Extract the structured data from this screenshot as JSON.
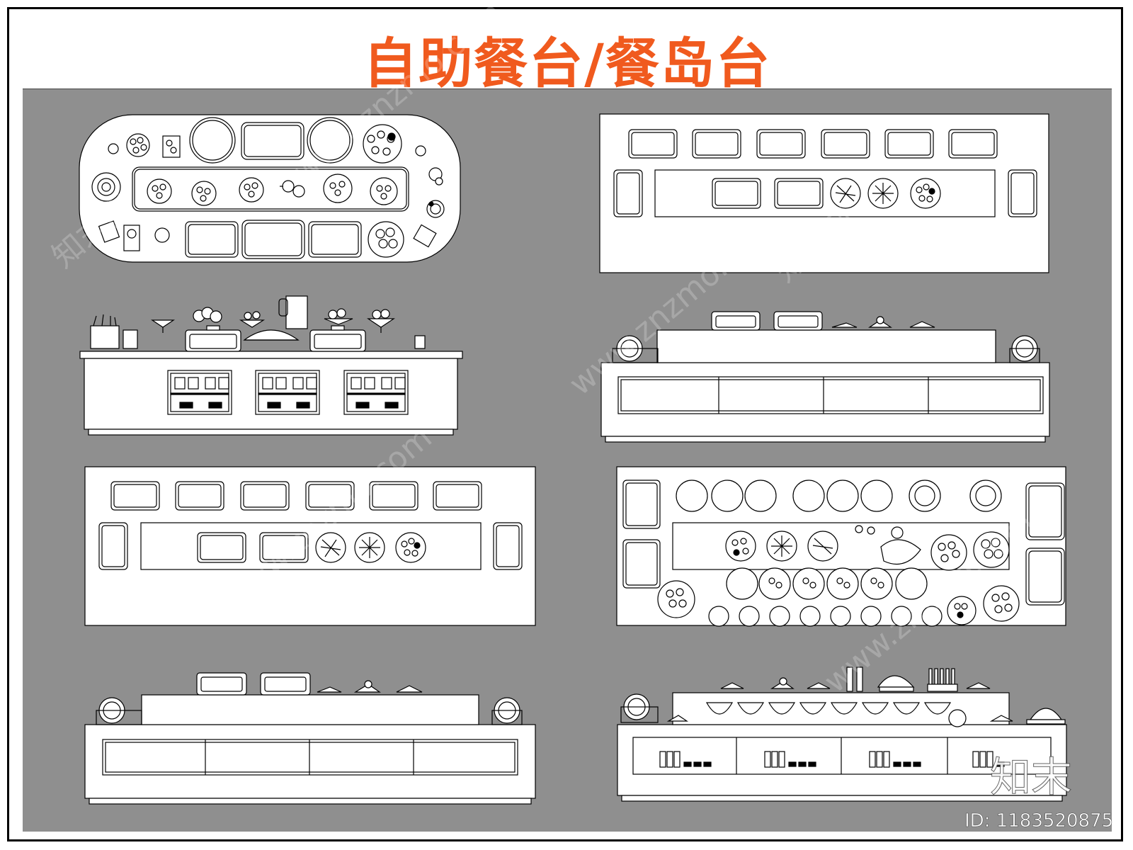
{
  "title": "自助餐台/餐岛台",
  "watermark": {
    "site": "www.znzmo.com",
    "brand": "知末网"
  },
  "brand_mark": "知末",
  "id_label": "ID: 1183520875",
  "colors": {
    "title": "#f05a1e",
    "background": "#8f8f8f",
    "line": "#000000",
    "fill": "#ffffff"
  },
  "drawings": [
    {
      "name": "oval-buffet-plan"
    },
    {
      "name": "rect-buffet-plan-top-right"
    },
    {
      "name": "buffet-elevation-left"
    },
    {
      "name": "buffet-elevation-right"
    },
    {
      "name": "rect-buffet-plan-left"
    },
    {
      "name": "buffet-plan-with-stools"
    },
    {
      "name": "buffet-elevation-bottom-left"
    },
    {
      "name": "buffet-elevation-bottom-right"
    }
  ]
}
